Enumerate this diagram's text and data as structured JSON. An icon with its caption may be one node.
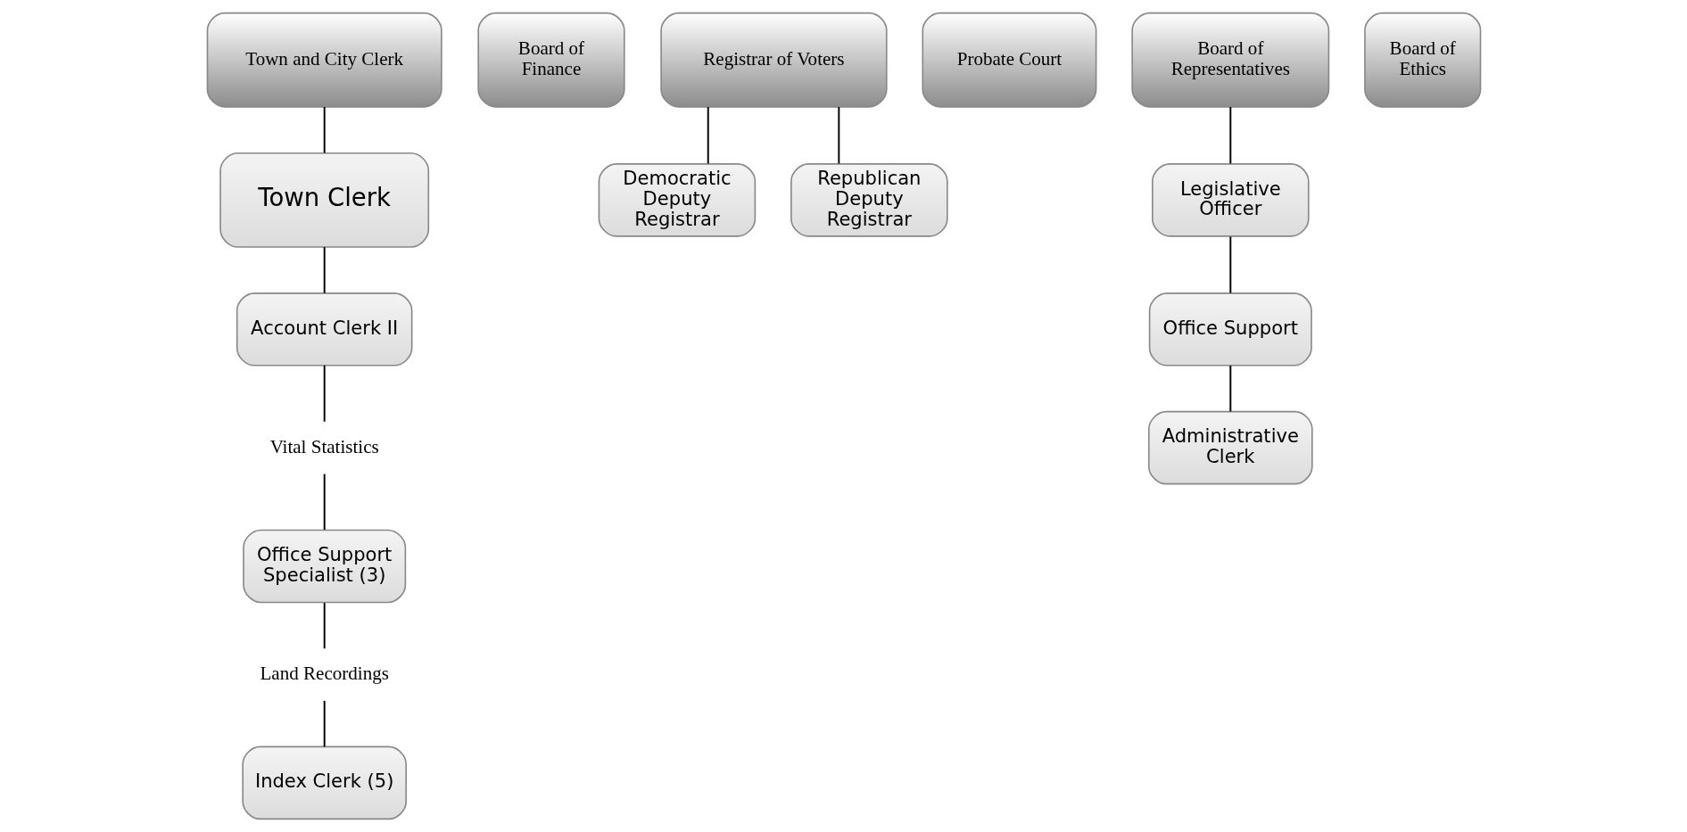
{
  "diagram": {
    "nodes": [
      {
        "text": [
          "Town and City Clerk"
        ]
      },
      {
        "text": [
          "Board of Finance"
        ]
      },
      {
        "text": [
          "Registrar of Voters"
        ]
      },
      {
        "text": [
          "Probate Court"
        ]
      },
      {
        "text": [
          "Board of Representatives"
        ]
      },
      {
        "text": [
          "Board of Ethics"
        ]
      },
      {
        "text": [
          "Town Clerk"
        ]
      },
      {
        "text": [
          "Account Clerk II"
        ]
      },
      {
        "text": [
          "Vital Statistics"
        ]
      },
      {
        "text": [
          "Office Support Specialist (3)"
        ]
      },
      {
        "text": [
          "Land Recordings"
        ]
      },
      {
        "text": [
          "Index Clerk (5)"
        ]
      },
      {
        "text": [
          "Democratic Deputy Registrar"
        ]
      },
      {
        "text": [
          "Republican Deputy Registrar"
        ]
      },
      {
        "text": [
          "Legislative Officer"
        ]
      },
      {
        "text": [
          "Office Support"
        ]
      },
      {
        "text": [
          "Administrative Clerk"
        ]
      }
    ],
    "edges": [
      {
        "from": 0,
        "to": 6,
        "arrow": "none"
      },
      {
        "from": 6,
        "to": 7,
        "arrow": "none"
      },
      {
        "from": 7,
        "to": 8,
        "arrow": "none"
      },
      {
        "from": 8,
        "to": 9,
        "arrow": "none"
      },
      {
        "from": 9,
        "to": 10,
        "arrow": "none"
      },
      {
        "from": 10,
        "to": 11,
        "arrow": "none"
      },
      {
        "from": 2,
        "to": 12,
        "arrow": "none"
      },
      {
        "from": 2,
        "to": 13,
        "arrow": "none"
      },
      {
        "from": 4,
        "to": 14,
        "arrow": "none"
      },
      {
        "from": 14,
        "to": 15,
        "arrow": "none"
      },
      {
        "from": 15,
        "to": 16,
        "arrow": "none"
      }
    ]
  }
}
